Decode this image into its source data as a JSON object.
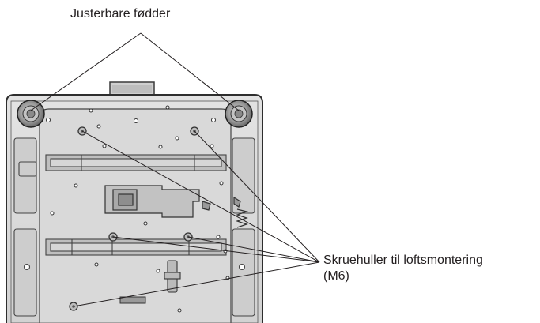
{
  "labels": {
    "feet": "Justerbare fødder",
    "holes_line1": "Skruehuller til loftsmontering",
    "holes_line2": "(M6)"
  }
}
